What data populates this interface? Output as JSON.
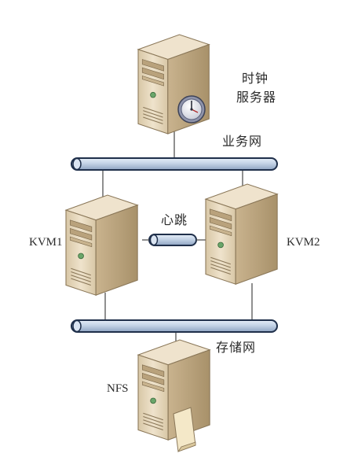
{
  "nodes": {
    "time_server": {
      "label_line1": "时钟",
      "label_line2": "服务器"
    },
    "kvm1": {
      "label": "KVM1"
    },
    "kvm2": {
      "label": "KVM2"
    },
    "nfs": {
      "label": "NFS"
    }
  },
  "links": {
    "business_network": {
      "label": "业务网"
    },
    "heartbeat": {
      "label": "心跳"
    },
    "storage_network": {
      "label": "存储网"
    }
  },
  "colors": {
    "tower_front": "#e3d3b6",
    "tower_side": "#c8b28d",
    "tower_top": "#efe3cd",
    "bar_fill": "#c4d3e6",
    "bar_stroke": "#1f2f4a",
    "wire": "#555555"
  },
  "icons": {
    "server": "server-tower-icon",
    "clock": "clock-icon",
    "document": "document-icon"
  }
}
